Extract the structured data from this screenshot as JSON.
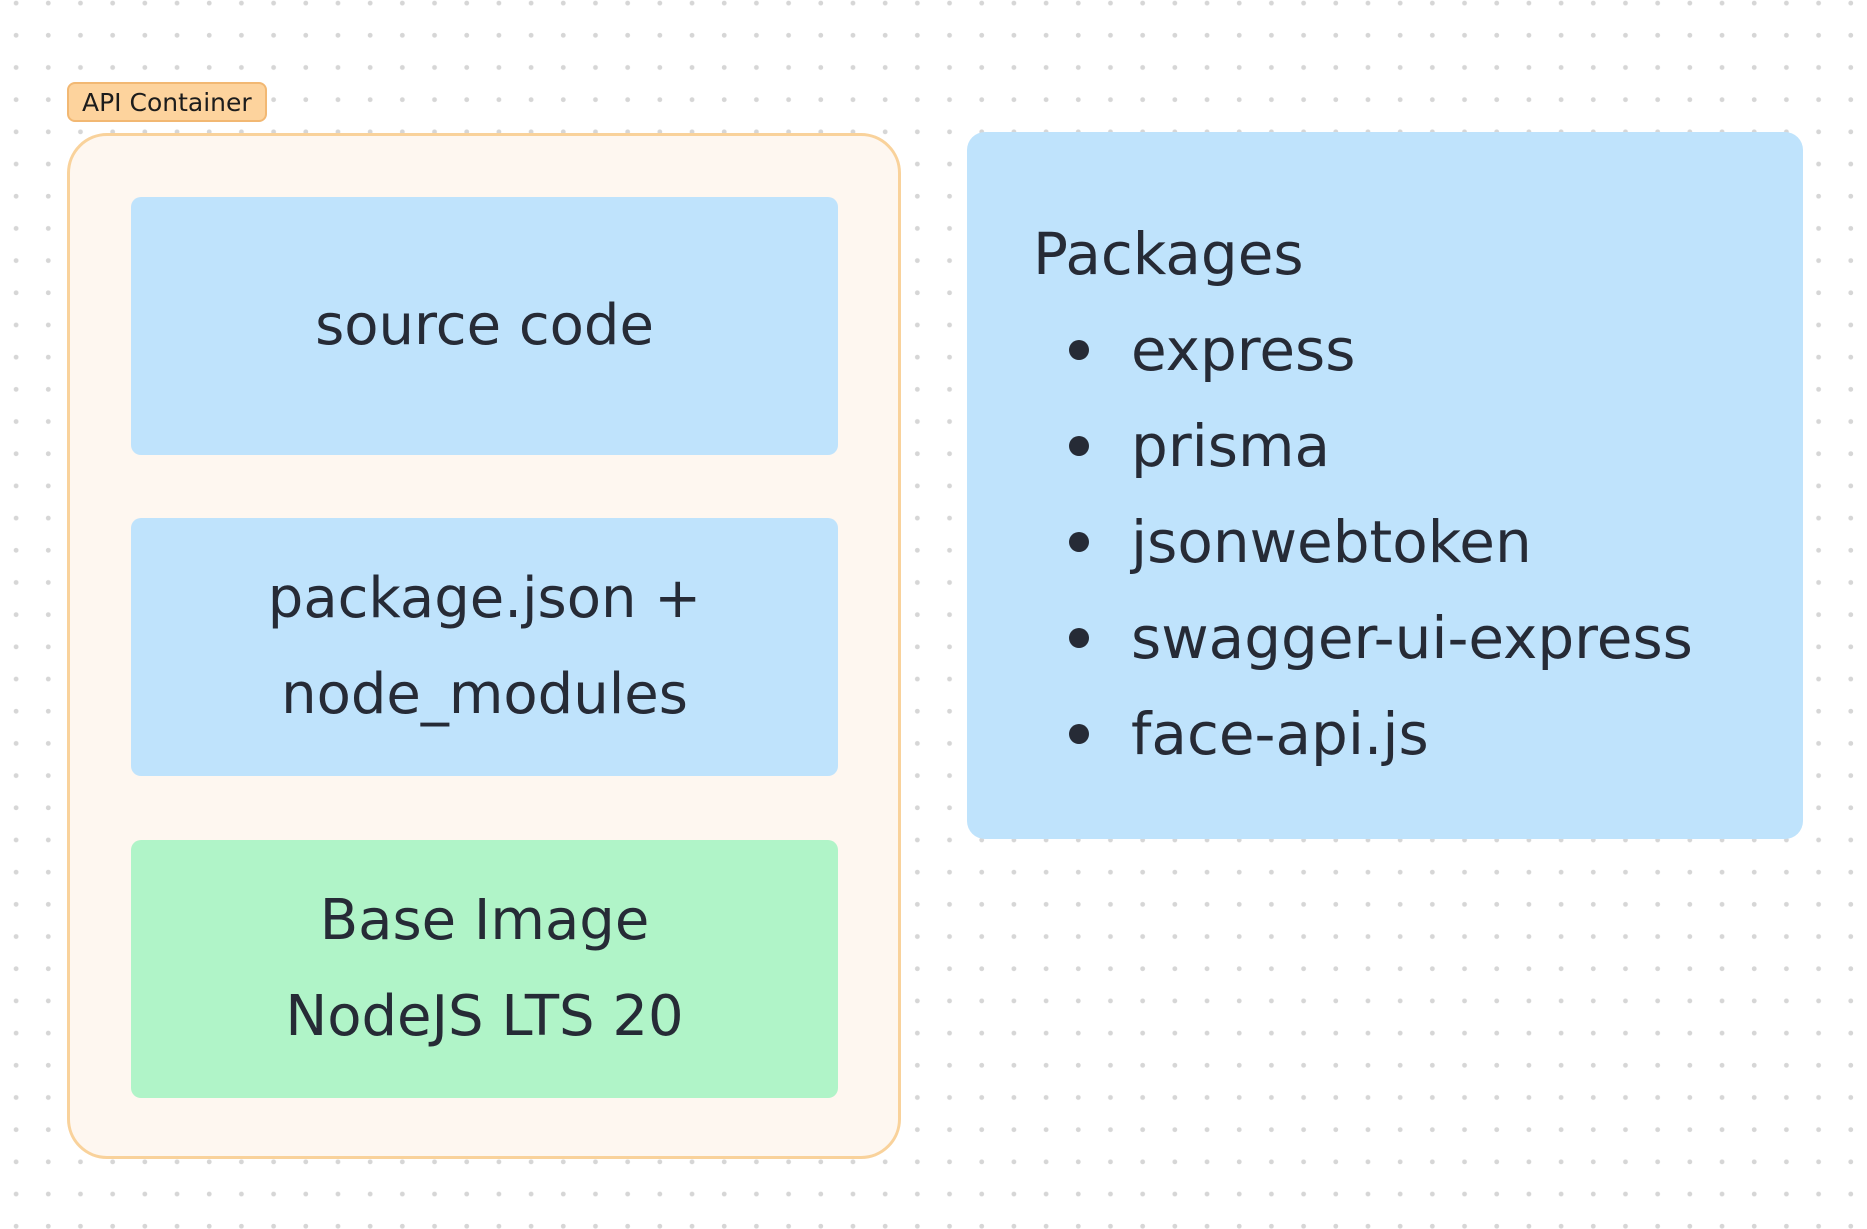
{
  "container": {
    "label": "API Container",
    "layers": [
      {
        "lines": [
          "source code"
        ],
        "color": "#bfe3fc"
      },
      {
        "lines": [
          "package.json +",
          "node_modules"
        ],
        "color": "#bfe3fc"
      },
      {
        "lines": [
          "Base Image",
          "NodeJS LTS 20"
        ],
        "color": "#b0f4c8"
      }
    ]
  },
  "packages": {
    "title": "Packages",
    "items": [
      "express",
      "prisma",
      "jsonwebtoken",
      "swagger-ui-express",
      "face-api.js"
    ]
  },
  "colors": {
    "container_fill": "#fef7f0",
    "container_border": "#f9d29b",
    "label_fill": "#fdd39d",
    "blue_box": "#bfe3fc",
    "green_box": "#b0f4c8",
    "text": "#262b36"
  }
}
